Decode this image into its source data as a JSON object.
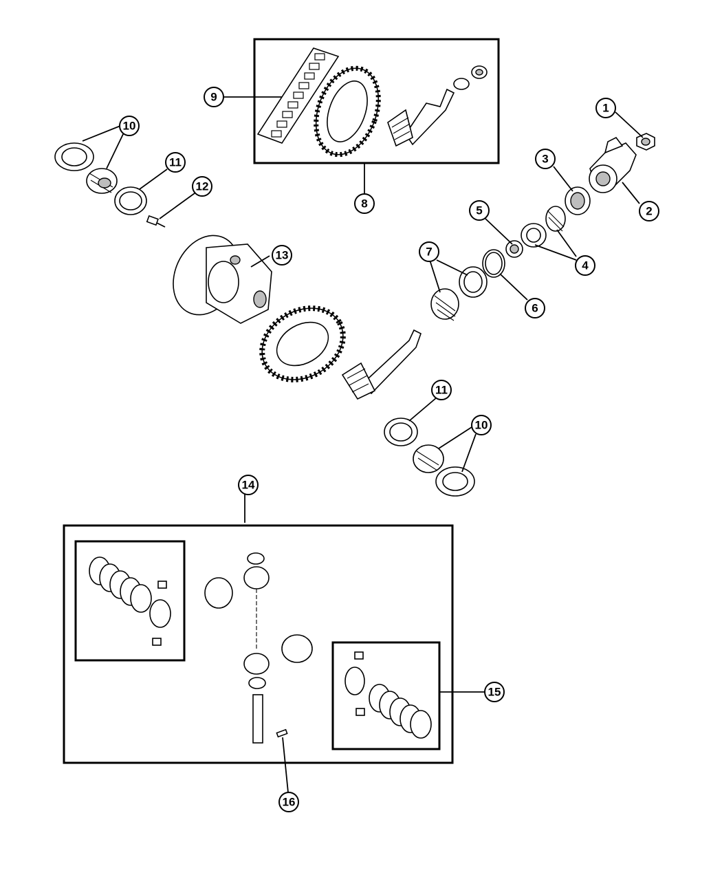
{
  "callouts": {
    "c1": "1",
    "c2": "2",
    "c3": "3",
    "c4": "4",
    "c5": "5",
    "c6": "6",
    "c7": "7",
    "c8": "8",
    "c9": "9",
    "c10a": "10",
    "c10b": "10",
    "c11a": "11",
    "c11b": "11",
    "c12": "12",
    "c13": "13",
    "c14": "14",
    "c15": "15",
    "c16": "16"
  },
  "colors": {
    "line": "#000000",
    "background": "#ffffff",
    "shade": "#bdbdbd"
  }
}
